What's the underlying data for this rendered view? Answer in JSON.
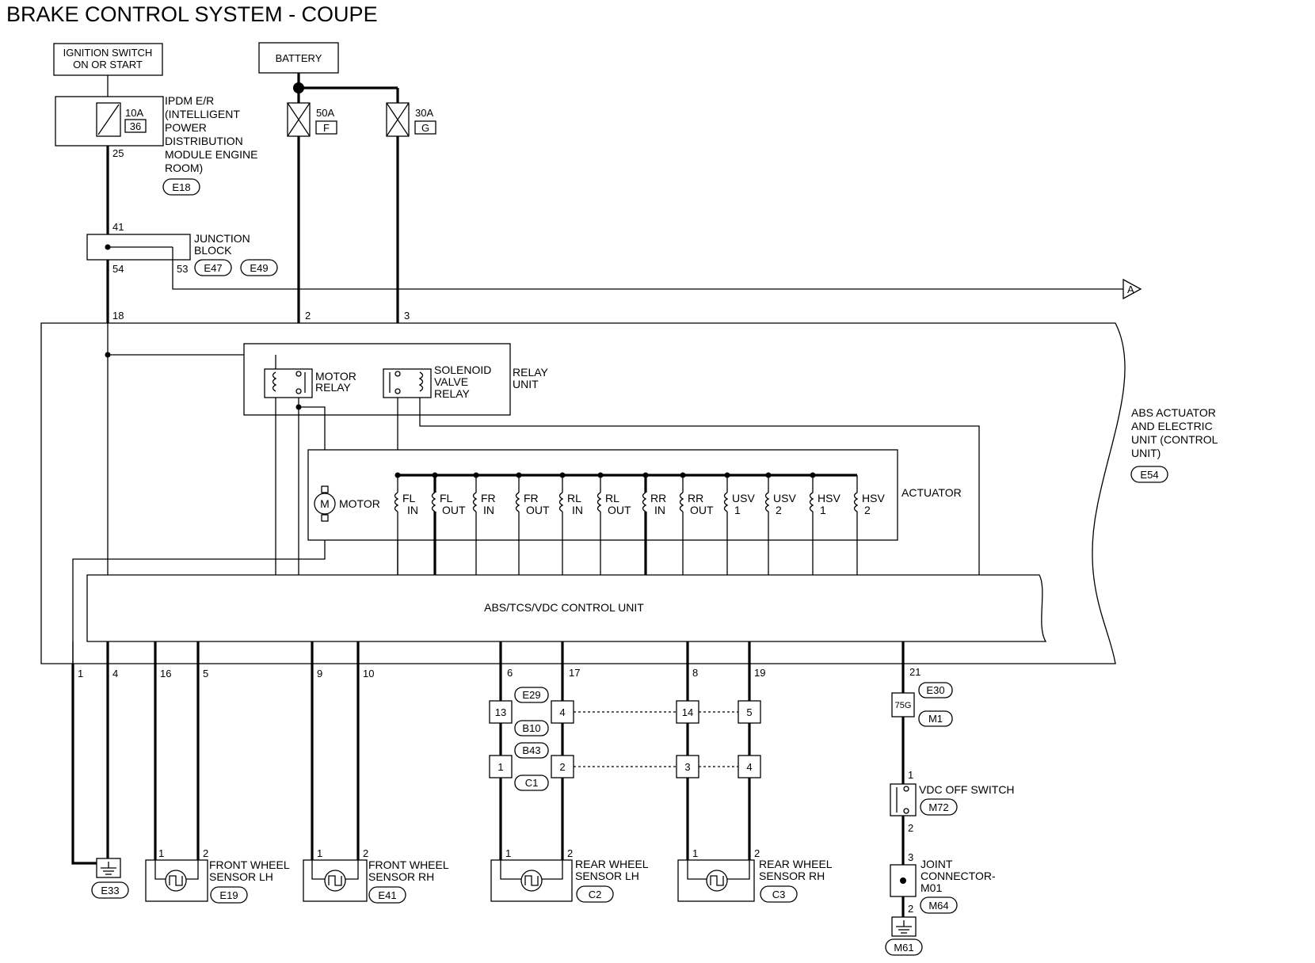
{
  "title": "BRAKE CONTROL SYSTEM - COUPE",
  "sources": {
    "ignition": [
      "IGNITION SWITCH",
      "ON OR START"
    ],
    "battery": "BATTERY"
  },
  "ipdm": {
    "fuse_rating": "10A",
    "fuse_number": "36",
    "lines": [
      "IPDM E/R",
      "(INTELLIGENT",
      "POWER",
      "DISTRIBUTION",
      "MODULE ENGINE",
      "ROOM)"
    ],
    "connector": "E18",
    "pin_out": "25"
  },
  "fuses": [
    {
      "rating": "50A",
      "id": "F"
    },
    {
      "rating": "30A",
      "id": "G"
    }
  ],
  "junction_block": {
    "lines": [
      "JUNCTION",
      "BLOCK"
    ],
    "pin_in": "41",
    "pin_out_a": "54",
    "pin_out_b": "53",
    "connectors": [
      "E47",
      "E49"
    ]
  },
  "offpage": "A",
  "abs_pins_top": [
    "18",
    "2",
    "3"
  ],
  "relay_unit": {
    "label": [
      "RELAY",
      "UNIT"
    ],
    "motor_relay": [
      "MOTOR",
      "RELAY"
    ],
    "solenoid_relay": [
      "SOLENOID",
      "VALVE",
      "RELAY"
    ]
  },
  "actuator": {
    "label": "ACTUATOR",
    "motor": "MOTOR",
    "motor_symbol": "M",
    "valves": [
      [
        "FL",
        "IN"
      ],
      [
        "FL",
        "OUT"
      ],
      [
        "FR",
        "IN"
      ],
      [
        "FR",
        "OUT"
      ],
      [
        "RL",
        "IN"
      ],
      [
        "RL",
        "OUT"
      ],
      [
        "RR",
        "IN"
      ],
      [
        "RR",
        "OUT"
      ],
      [
        "USV",
        "1"
      ],
      [
        "USV",
        "2"
      ],
      [
        "HSV",
        "1"
      ],
      [
        "HSV",
        "2"
      ]
    ]
  },
  "abs_unit": {
    "lines": [
      "ABS ACTUATOR",
      "AND ELECTRIC",
      "UNIT (CONTROL",
      "UNIT)"
    ],
    "connector": "E54"
  },
  "control_unit": "ABS/TCS/VDC CONTROL UNIT",
  "bottom_pins": [
    "1",
    "4",
    "16",
    "5",
    "9",
    "10",
    "6",
    "17",
    "8",
    "19",
    "21"
  ],
  "inline_connectors": {
    "row1": [
      "13",
      "4",
      "14",
      "5"
    ],
    "row1_labels": [
      "E29",
      "B10"
    ],
    "row2": [
      "1",
      "2",
      "3",
      "4"
    ],
    "row2_labels": [
      "B43",
      "C1"
    ]
  },
  "vdc_branch": {
    "connector_box": "75G",
    "connector_labels": [
      "E30",
      "M1"
    ],
    "switch": "VDC OFF SWITCH",
    "switch_connector": "M72",
    "switch_pin_in": "1",
    "switch_pin_out": "2",
    "joint_lines": [
      "JOINT",
      "CONNECTOR-",
      "M01"
    ],
    "joint_connector": "M64",
    "joint_pin_in": "3",
    "joint_pin_out": "2",
    "ground": "M61"
  },
  "ground_e33": "E33",
  "sensors": [
    {
      "lines": [
        "FRONT WHEEL",
        "SENSOR LH"
      ],
      "connector": "E19",
      "pins": [
        "1",
        "2"
      ]
    },
    {
      "lines": [
        "FRONT WHEEL",
        "SENSOR RH"
      ],
      "connector": "E41",
      "pins": [
        "1",
        "2"
      ]
    },
    {
      "lines": [
        "REAR WHEEL",
        "SENSOR LH"
      ],
      "connector": "C2",
      "pins": [
        "1",
        "2"
      ]
    },
    {
      "lines": [
        "REAR WHEEL",
        "SENSOR RH"
      ],
      "connector": "C3",
      "pins": [
        "1",
        "2"
      ]
    }
  ]
}
